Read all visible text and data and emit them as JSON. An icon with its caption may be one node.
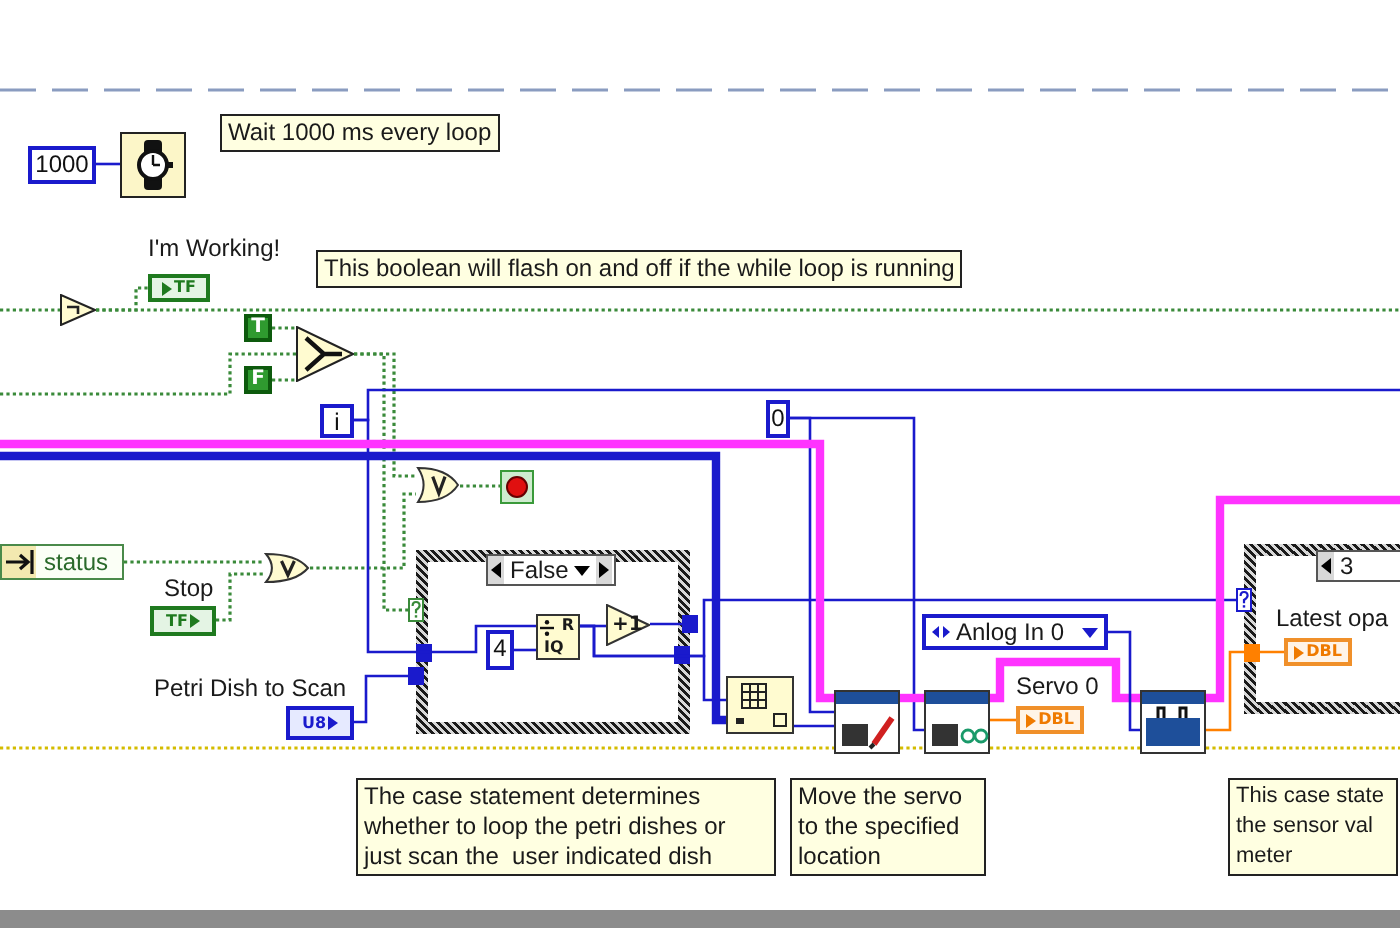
{
  "diagram": {
    "nodes": [
      {
        "text": [
          "1000"
        ]
      },
      {
        "text": [],
        "shape": "picture"
      },
      {
        "text": [
          "Wait 1000 ms every loop"
        ]
      },
      {
        "text": [
          "I'm Working!",
          "TF"
        ]
      },
      {
        "text": [
          "This boolean will flash on and off if the while loop is running"
        ]
      },
      {
        "text": [],
        "shape": "triangle"
      },
      {
        "text": [
          "T"
        ]
      },
      {
        "text": [
          "F"
        ]
      },
      {
        "text": [],
        "shape": "triangle"
      },
      {
        "text": [
          "i"
        ]
      },
      {
        "text": [
          "0"
        ]
      },
      {
        "text": [],
        "shape": "picture"
      },
      {
        "text": [],
        "shape": "picture"
      },
      {
        "text": [
          "status"
        ]
      },
      {
        "text": [
          "Stop",
          "TF"
        ]
      },
      {
        "text": [],
        "shape": "picture"
      },
      {
        "text": [
          "False"
        ]
      },
      {
        "text": [
          "4"
        ],
        "in": 16
      },
      {
        "text": [
          "R",
          "IQ"
        ],
        "in": 16
      },
      {
        "text": [
          "+1"
        ],
        "in": 16
      },
      {
        "text": [
          "Petri Dish to Scan",
          "U8"
        ]
      },
      {
        "text": [],
        "shape": "picture"
      },
      {
        "text": [],
        "shape": "picture"
      },
      {
        "text": [],
        "shape": "picture"
      },
      {
        "text": [
          "Anlog In 0"
        ]
      },
      {
        "text": [
          "Servo 0",
          "DBL"
        ]
      },
      {
        "text": [],
        "shape": "picture"
      },
      {
        "text": [
          "3"
        ]
      },
      {
        "text": [
          "Latest opa",
          "DBL"
        ],
        "in": 27
      },
      {
        "text": [
          "The case statement determines whether to loop the petri dishes or just scan the  user indicated dish"
        ]
      },
      {
        "text": [
          "Move the servo to the specified location"
        ]
      },
      {
        "text": [
          "This case state the sensor val meter"
        ]
      }
    ],
    "edges": [
      {
        "from": 0,
        "to": 1,
        "arrow": "none"
      },
      {
        "from": null,
        "to": 5,
        "arrow": "none",
        "style": "dashed",
        "color": "#3a8a3a"
      },
      {
        "from": 5,
        "to": 3,
        "arrow": "none",
        "style": "dashed",
        "color": "#3a8a3a"
      },
      {
        "from": 5,
        "to": null,
        "arrow": "none",
        "style": "dashed",
        "color": "#3a8a3a"
      },
      {
        "from": 6,
        "to": 8,
        "arrow": "none",
        "style": "dashed",
        "color": "#3a8a3a"
      },
      {
        "from": 7,
        "to": 8,
        "arrow": "none",
        "style": "dashed",
        "color": "#3a8a3a"
      },
      {
        "from": null,
        "to": 8,
        "arrow": "none",
        "style": "dashed",
        "color": "#3a8a3a"
      },
      {
        "from": 8,
        "to": 11,
        "arrow": "none",
        "style": "dashed",
        "color": "#3a8a3a"
      },
      {
        "from": 8,
        "to": 16,
        "arrow": "other",
        "style": "dashed",
        "color": "#3a8a3a"
      },
      {
        "from": 11,
        "to": 12,
        "arrow": "none",
        "style": "dashed",
        "color": "#3a8a3a"
      },
      {
        "from": 13,
        "to": 15,
        "arrow": "none",
        "style": "dashed",
        "color": "#3a8a3a"
      },
      {
        "from": 14,
        "to": 15,
        "arrow": "none",
        "style": "dashed",
        "color": "#3a8a3a"
      },
      {
        "from": 15,
        "to": 11,
        "arrow": "none",
        "style": "dashed",
        "color": "#3a8a3a"
      },
      {
        "from": 9,
        "to": 18,
        "arrow": "none"
      },
      {
        "from": 9,
        "to": null,
        "arrow": "none"
      },
      {
        "from": 20,
        "to": 16,
        "arrow": "other"
      },
      {
        "from": 17,
        "to": 18,
        "arrow": "none"
      },
      {
        "from": 18,
        "to": 19,
        "arrow": "none"
      },
      {
        "from": 19,
        "to": 16,
        "arrow": "other"
      },
      {
        "from": 18,
        "to": 21,
        "arrow": "none"
      },
      {
        "from": 18,
        "to": 27,
        "arrow": "other"
      },
      {
        "from": null,
        "to": 21,
        "arrow": "none",
        "style": "thick"
      },
      {
        "from": 10,
        "to": 22,
        "arrow": "none"
      },
      {
        "from": 10,
        "to": 23,
        "arrow": "none"
      },
      {
        "from": 21,
        "to": 22,
        "arrow": "none"
      },
      {
        "from": null,
        "to": 22,
        "arrow": "none",
        "style": "thick",
        "color": "#ff33ff"
      },
      {
        "from": 22,
        "to": 23,
        "arrow": "none",
        "style": "thick",
        "color": "#ff33ff"
      },
      {
        "from": 23,
        "to": 26,
        "arrow": "none",
        "style": "thick",
        "color": "#ff33ff"
      },
      {
        "from": 26,
        "to": null,
        "arrow": "none",
        "style": "thick",
        "color": "#ff33ff"
      },
      {
        "from": 23,
        "to": 25,
        "arrow": "none",
        "color": "#ff8000"
      },
      {
        "from": 24,
        "to": 26,
        "arrow": "none"
      },
      {
        "from": 26,
        "to": 28,
        "arrow": "none",
        "color": "#ff8000"
      },
      {
        "from": null,
        "to": 22,
        "arrow": "none",
        "style": "dashed",
        "color": "#d4bc00"
      },
      {
        "from": 22,
        "to": 23,
        "arrow": "none",
        "style": "dashed",
        "color": "#d4bc00"
      },
      {
        "from": 23,
        "to": 26,
        "arrow": "none",
        "style": "dashed",
        "color": "#d4bc00"
      },
      {
        "from": 26,
        "to": null,
        "arrow": "none",
        "style": "dashed",
        "color": "#d4bc00"
      }
    ]
  }
}
